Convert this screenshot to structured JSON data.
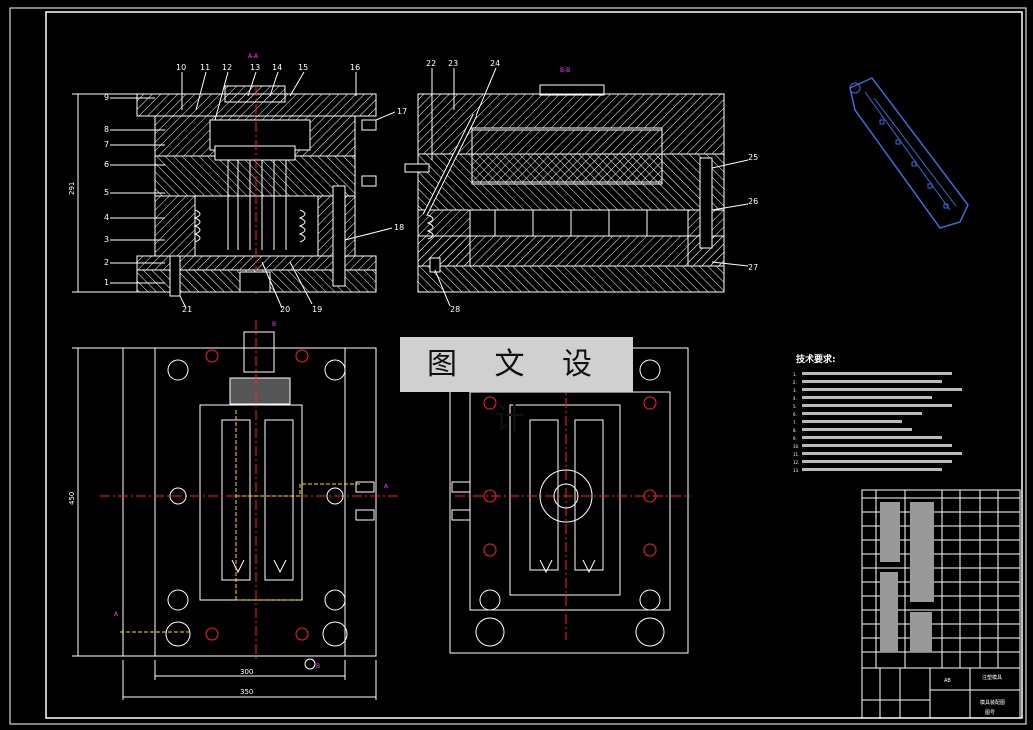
{
  "watermark": "图 文 设 计",
  "section_top_left": "A-A",
  "section_top_right": "B-B",
  "part_numbers_left": [
    "9",
    "8",
    "7",
    "6",
    "5",
    "4",
    "3",
    "2",
    "1"
  ],
  "part_numbers_top": [
    "10",
    "11",
    "12",
    "13",
    "14",
    "15",
    "16",
    "22",
    "23",
    "24"
  ],
  "part_numbers_right": [
    "17",
    "18",
    "25",
    "26",
    "27"
  ],
  "part_numbers_bottom": [
    "21",
    "20",
    "19",
    "28"
  ],
  "dim_height_top": "291",
  "dim_height_bottom": "450",
  "dim_width_inner": "300",
  "dim_width_outer": "350",
  "cut_marks": [
    "A",
    "A",
    "B",
    "B"
  ],
  "tech_title": "技术要求:",
  "tech_lines": [
    "1.",
    "2.",
    "3.",
    "4.",
    "5.",
    "6.",
    "7.",
    "8.",
    "9.",
    "10.",
    "11.",
    "12.",
    "13."
  ],
  "title_block": {
    "cell_a": "AB",
    "cell_b": "注塑模具",
    "cell_c": "模具装配图",
    "cell_d": "图号"
  },
  "colors": {
    "bg": "#000000",
    "line": "#ffffff",
    "center": "#ff2020",
    "section": "#ff33ff",
    "part": "#3a6bd6",
    "accent": "#ffe000"
  }
}
